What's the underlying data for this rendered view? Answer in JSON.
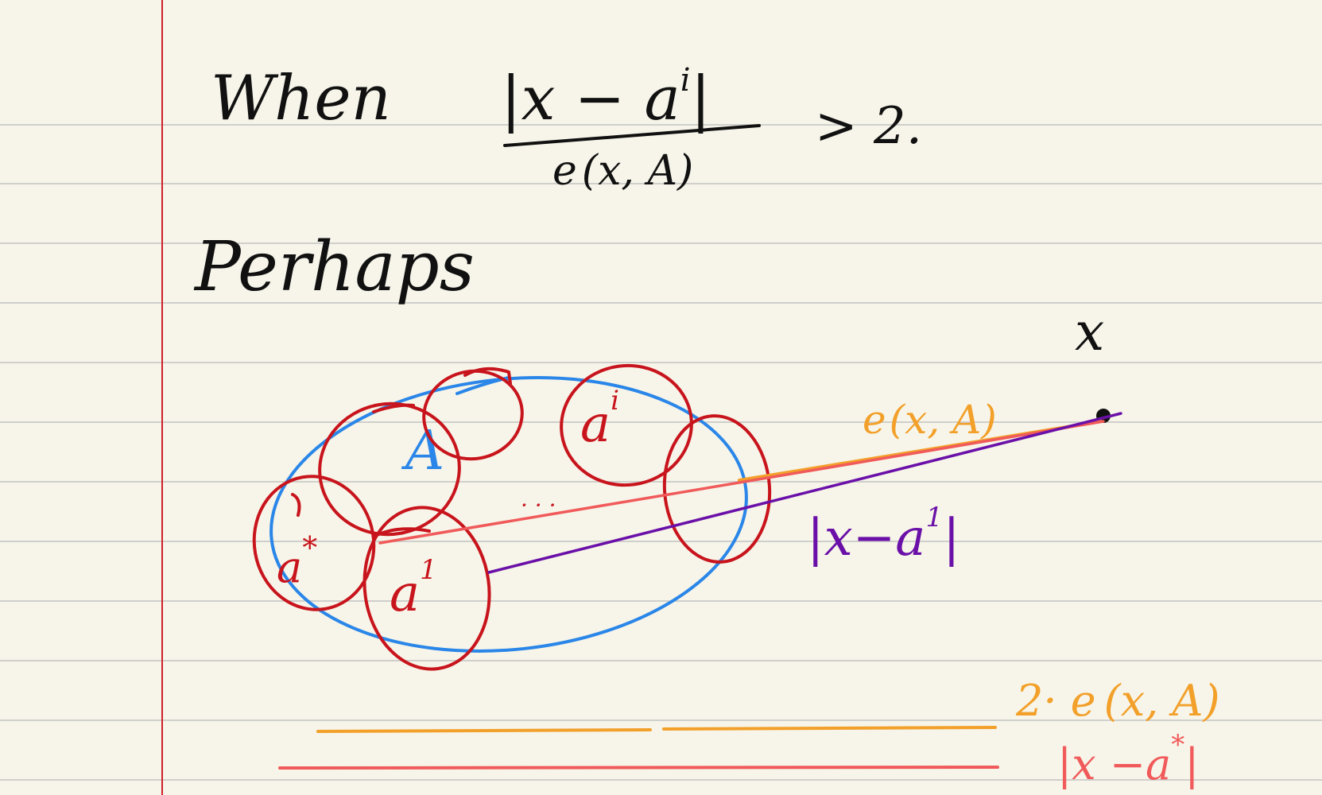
{
  "page": {
    "background": "#f7f5e9",
    "rule_color": "#cfcfcc",
    "margin_color": "#d0202a"
  },
  "text": {
    "when": "When",
    "numerator": "|x − a",
    "numerator_sup": "i",
    "numerator_close": "|",
    "denominator": "e",
    "denominator_rest": "(x, A)",
    "comparison": "> 2.",
    "perhaps": "Perhaps",
    "point_label": "x",
    "set_label": "A",
    "label_a_star": "a",
    "label_a_star_sup": "*",
    "label_a1": "a",
    "label_a1_sup": "1",
    "label_ai": "a",
    "label_ai_sup": "i",
    "dots": "· · ·",
    "orange_label": "e",
    "orange_label_rest": "(x, A)",
    "purple_label": "|x−a",
    "purple_label_sup": "1",
    "purple_label_close": "|",
    "legend_orange": "2· e",
    "legend_orange_rest": "(x, A)",
    "legend_red": "|x −a",
    "legend_red_sup": "*",
    "legend_red_close": "|"
  },
  "colors": {
    "black_ink": "#111111",
    "blue_ink": "#2a86e8",
    "red_ink": "#c8141c",
    "orange_ink": "#f2a02a",
    "salmon_ink": "#f05a5a",
    "purple_ink": "#6a10a8"
  }
}
